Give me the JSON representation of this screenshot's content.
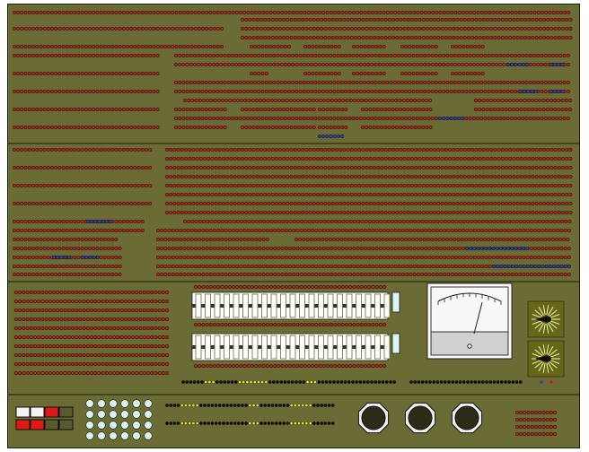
{
  "console": {
    "name": "lamp-console",
    "colors": {
      "panel": "#6b6b35",
      "border": "#1e1e10",
      "lamp_red": "#cc1c1c",
      "lamp_blue": "#2f3fc2",
      "lamp_white": "#f2f2f2",
      "lamp_yellow": "#e4de3c",
      "lamp_cyan": "#d9f6f4",
      "lamp_black": "#101010",
      "dial_face": "#f6f6f6",
      "dial_bottom": "#d0d0d0",
      "knob": "#2b2b18",
      "spinner_bg": "#66661a"
    },
    "meter": {
      "reading_fraction": 0.58
    },
    "status_buttons": [
      {
        "state": "white"
      },
      {
        "state": "white"
      },
      {
        "state": "red"
      },
      {
        "state": "off"
      },
      {
        "state": "red"
      },
      {
        "state": "red"
      },
      {
        "state": "off"
      },
      {
        "state": "off"
      }
    ],
    "knobs": [
      {
        "name": "knob-1"
      },
      {
        "name": "knob-2"
      },
      {
        "name": "knob-3"
      }
    ]
  }
}
